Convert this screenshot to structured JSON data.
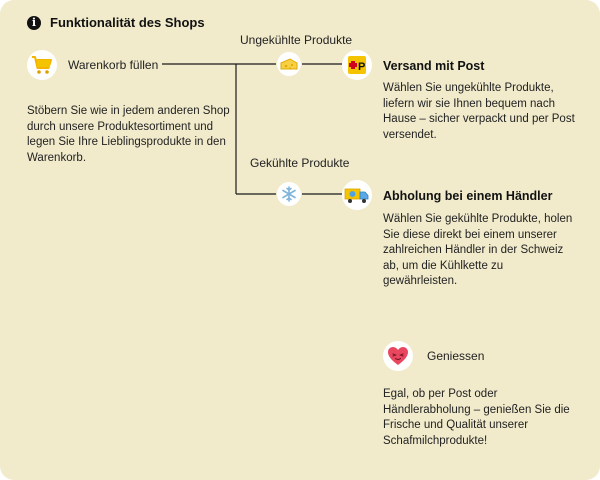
{
  "header": {
    "title": "Funktionalität des Shops",
    "icon": "info-icon"
  },
  "start": {
    "label": "Warenkorb füllen",
    "icon": "shopping-cart-icon",
    "description": "Stöbern Sie wie in jedem anderen Shop\ndurch unsere Produktesortiment  und\nlegen Sie Ihre Lieblingsprodukte in den\nWarenkorb."
  },
  "branches": [
    {
      "label": "Ungekühlte Produkte",
      "icon": "cheese-icon",
      "destination_icon": "swiss-post-icon",
      "heading": "Versand mit Post",
      "description": "Wählen Sie ungekühlte Produkte,\nliefern wir sie Ihnen bequem nach\nHause – sicher verpackt und per Post\nversendet."
    },
    {
      "label": "Gekühlte Produkte",
      "icon": "snowflake-icon",
      "destination_icon": "delivery-truck-icon",
      "heading": "Abholung bei einem Händler",
      "description": "Wählen Sie gekühlte Produkte, holen\nSie diese direkt bei einem unserer\nzahlreichen Händler in der Schweiz\nab, um die Kühlkette zu\ngewährleisten."
    }
  ],
  "final": {
    "label": "Geniessen",
    "icon": "heart-face-icon",
    "description": "Egal, ob per Post oder\nHändlerabholung – genießen Sie die\nFrische und Qualität unserer\nSchafmilchprodukte!"
  },
  "colors": {
    "background": "#f1ebcc",
    "accent": "#f5c400",
    "heart": "#e8475f",
    "snowflake": "#7fb3dc"
  }
}
